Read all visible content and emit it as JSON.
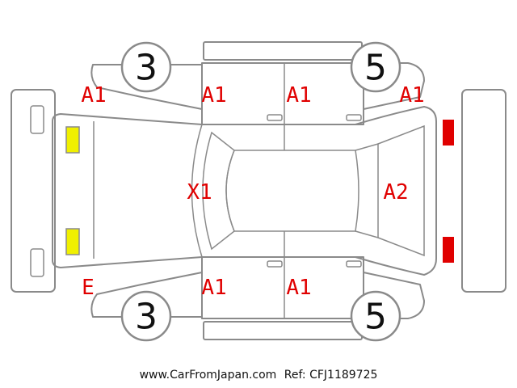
{
  "colors": {
    "outline": "#8a8a8a",
    "damage_text": "#e00000",
    "front_light": "#f0f000",
    "rear_light": "#e00000"
  },
  "wheels": {
    "front_left": "3",
    "rear_left": "5",
    "front_right": "3",
    "rear_right": "5"
  },
  "damage_codes": {
    "front_left_fender": "A1",
    "left_front_door": "A1",
    "left_rear_door": "A1",
    "left_rear_quarter": "A1",
    "hood": "X1",
    "trunk": "A2",
    "front_bumper_right": "E",
    "right_front_door": "A1",
    "right_rear_door": "A1"
  },
  "footer": {
    "site": "www.CarFromJapan.com",
    "ref": "Ref: CFJ1189725"
  }
}
